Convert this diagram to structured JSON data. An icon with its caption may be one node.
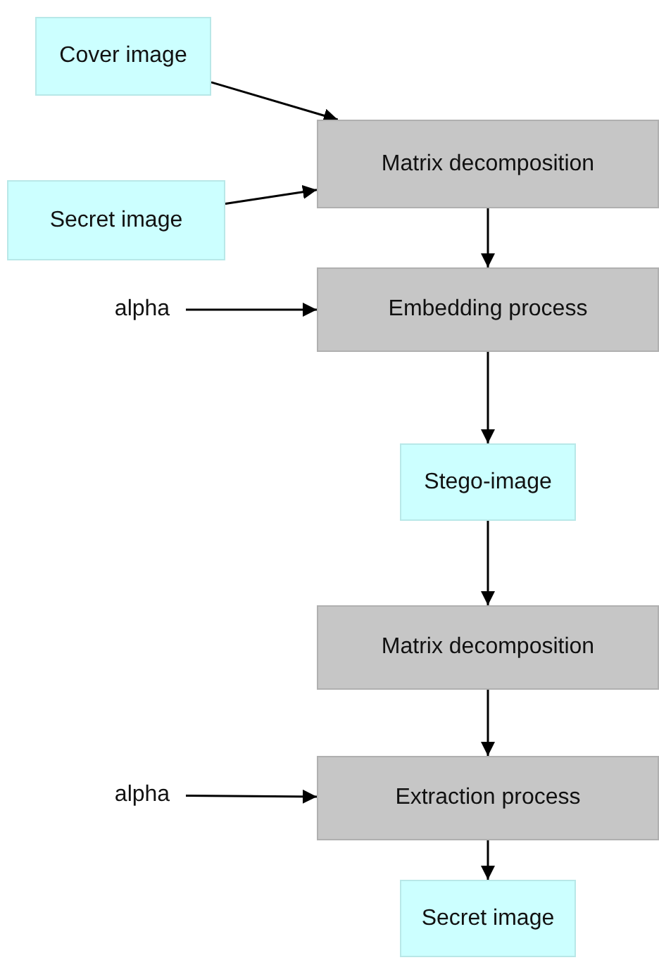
{
  "diagram": {
    "nodes": [
      {
        "text": [
          "Cover image"
        ]
      },
      {
        "text": [
          "Matrix decomposition"
        ]
      },
      {
        "text": [
          "Secret image"
        ]
      },
      {
        "text": [
          "alpha"
        ]
      },
      {
        "text": [
          "Embedding process"
        ]
      },
      {
        "text": [
          "Stego-image"
        ]
      },
      {
        "text": [
          "Matrix decomposition"
        ]
      },
      {
        "text": [
          "alpha"
        ]
      },
      {
        "text": [
          "Extraction process"
        ]
      },
      {
        "text": [
          "Secret image"
        ]
      }
    ],
    "edges": [
      {
        "from": 0,
        "to": 1,
        "arrow": "to"
      },
      {
        "from": 2,
        "to": 1,
        "arrow": "to"
      },
      {
        "from": 1,
        "to": 4,
        "arrow": "to"
      },
      {
        "from": 3,
        "to": 4,
        "arrow": "to"
      },
      {
        "from": 4,
        "to": 5,
        "arrow": "to"
      },
      {
        "from": 5,
        "to": 6,
        "arrow": "to"
      },
      {
        "from": 6,
        "to": 8,
        "arrow": "to"
      },
      {
        "from": 7,
        "to": 8,
        "arrow": "to"
      },
      {
        "from": 8,
        "to": 9,
        "arrow": "to"
      }
    ]
  }
}
